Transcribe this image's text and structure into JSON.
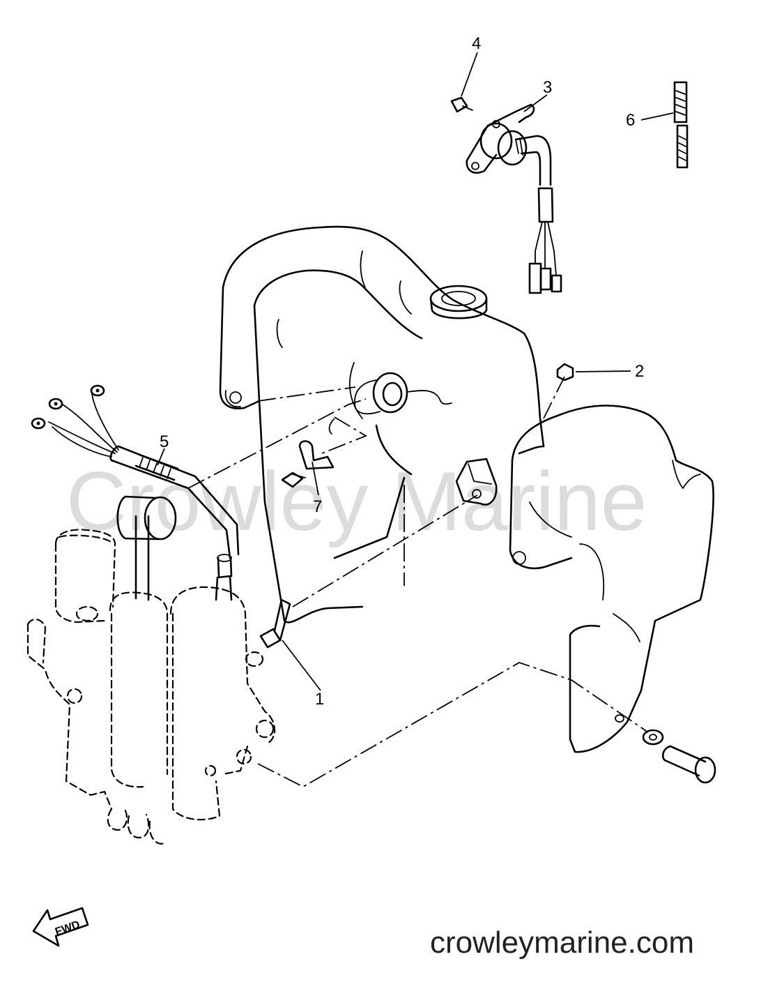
{
  "watermark": "Crowley Marine",
  "site": "crowleymarine.com",
  "direction_label": "FWD",
  "callouts": [
    {
      "id": "1",
      "label": "1"
    },
    {
      "id": "2",
      "label": "2"
    },
    {
      "id": "3",
      "label": "3"
    },
    {
      "id": "4",
      "label": "4"
    },
    {
      "id": "5",
      "label": "5"
    },
    {
      "id": "6",
      "label": "6"
    },
    {
      "id": "7",
      "label": "7"
    }
  ],
  "colors": {
    "line": "#000000",
    "watermark": "#dcdcdc",
    "background": "#ffffff"
  }
}
